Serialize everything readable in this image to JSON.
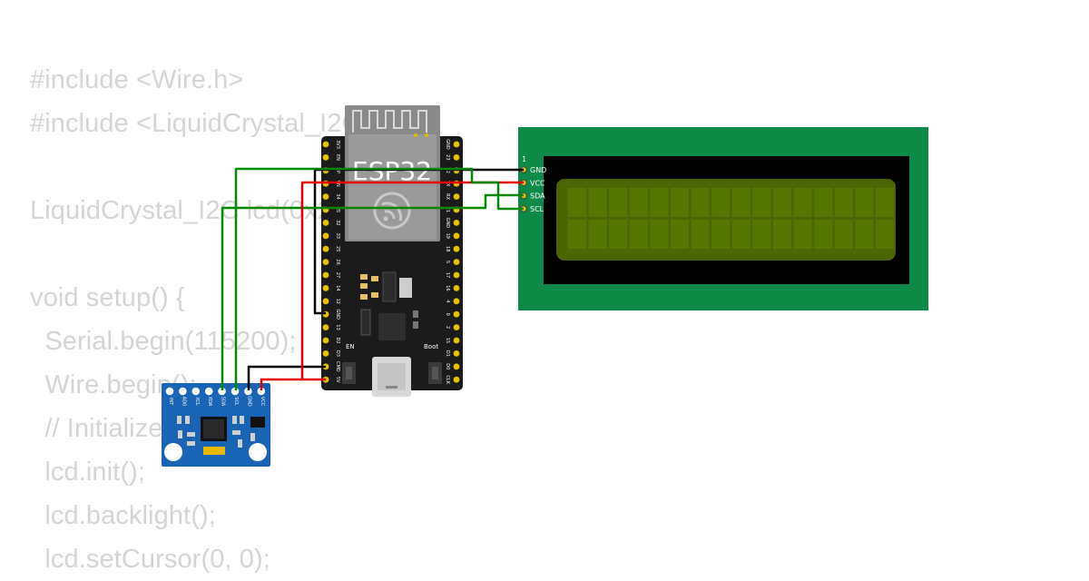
{
  "code_lines": [
    "#include <Wire.h>",
    "#include <LiquidCrystal_I2C.h>",
    "",
    "LiquidCrystal_I2C lcd(0x27, 16, 2);",
    "",
    "void setup() {",
    "  Serial.begin(115200);",
    "  Wire.begin();",
    "  // Initialize LCD",
    "  lcd.init();",
    "  lcd.backlight();",
    "  lcd.setCursor(0, 0);"
  ],
  "esp32": {
    "chip_label": "ESP32",
    "en_label": "EN",
    "boot_label": "Boot",
    "left_pins": [
      "3V3",
      "EN",
      "VP",
      "VN",
      "34",
      "35",
      "32",
      "33",
      "25",
      "26",
      "27",
      "14",
      "12",
      "GND",
      "13",
      "D2",
      "D3",
      "CMD",
      "5V"
    ],
    "right_pins": [
      "GND",
      "23",
      "22",
      "TX",
      "RX",
      "21",
      "GND",
      "19",
      "18",
      "5",
      "17",
      "16",
      "4",
      "0",
      "2",
      "15",
      "D1",
      "D0",
      "CLK"
    ]
  },
  "lcd": {
    "pin1_label": "1",
    "pins": [
      "GND",
      "VCC",
      "SDA",
      "SCL"
    ],
    "colors": {
      "pcb": "#0d8a48",
      "bezel": "#000000",
      "screen": "#4a6600"
    }
  },
  "mpu": {
    "pins": [
      "INT",
      "AD0",
      "XCL",
      "XDA",
      "SDA",
      "SCL",
      "GND",
      "VCC"
    ]
  },
  "wire_colors": {
    "gnd": "#000000",
    "vcc": "#e00000",
    "sda": "#008800",
    "scl": "#008800"
  }
}
